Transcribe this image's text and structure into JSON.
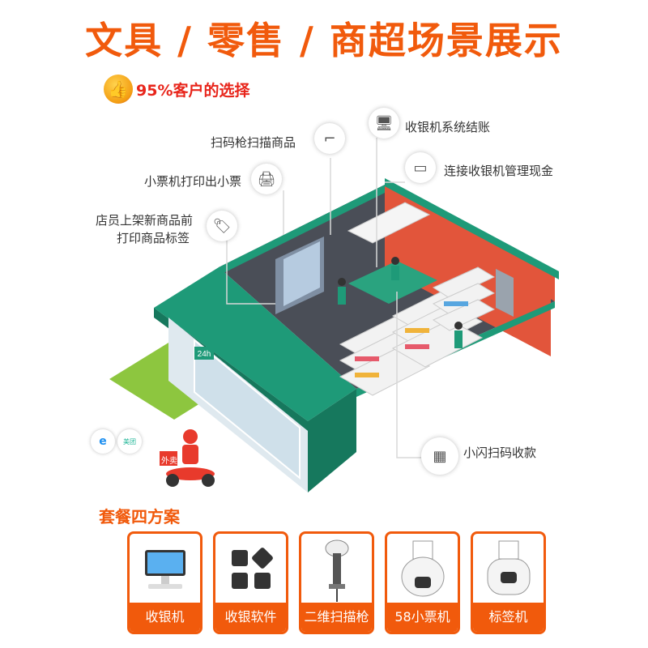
{
  "title": "文具 / 零售 / 商超场景展示",
  "choice": "95%客户的选择",
  "callouts": {
    "scanner": "扫码枪扫描商品",
    "receipt": "小票机打印出小票",
    "label_line1": "店员上架新商品前",
    "label_line2": "打印商品标签",
    "cashier": "收银机系统结账",
    "drawer": "连接收银机管理现金",
    "flash": "小闪扫码收款"
  },
  "delivery": {
    "box_text": "外卖",
    "brand2": "美团"
  },
  "store_sign": "24h",
  "packages": {
    "title": "套餐四方案",
    "items": [
      {
        "label": "收银机",
        "icon": "pos-terminal-icon"
      },
      {
        "label": "收银软件",
        "icon": "software-grid-icon"
      },
      {
        "label": "二维扫描枪",
        "icon": "barcode-scanner-icon"
      },
      {
        "label": "58小票机",
        "icon": "receipt-printer-icon"
      },
      {
        "label": "标签机",
        "icon": "label-printer-icon"
      }
    ]
  },
  "colors": {
    "accent": "#f15a0c",
    "store_green": "#1e9a78",
    "wall_red": "#e2553b",
    "floor": "#4a4e57"
  }
}
